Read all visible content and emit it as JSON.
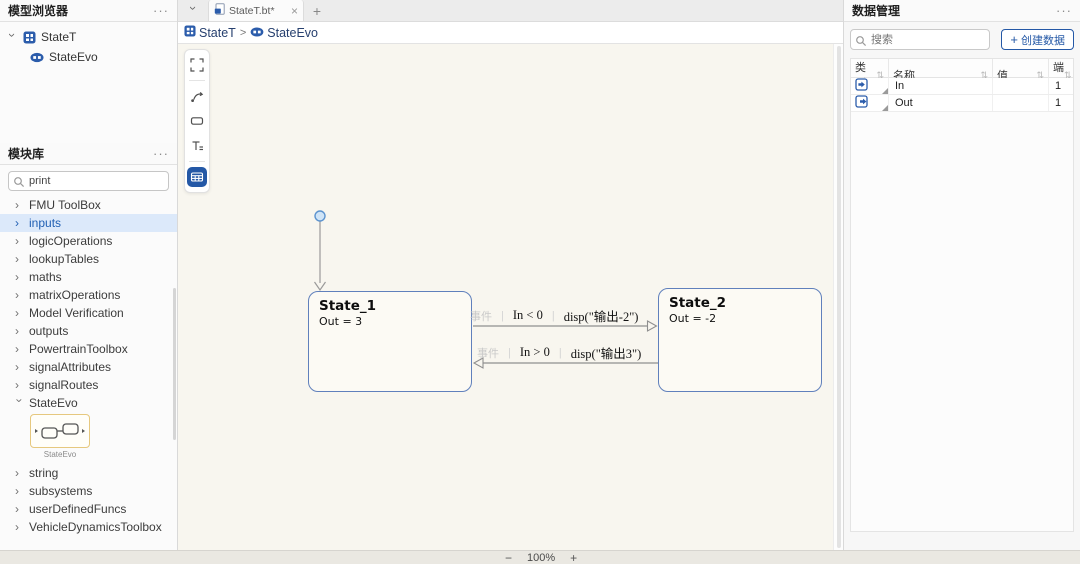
{
  "icons": {
    "menu_dots": "···",
    "chevron": "›",
    "sort": "⇅",
    "separator": "|",
    "breadcrumb_sep": ">",
    "close": "×",
    "plus": "+"
  },
  "model_browser": {
    "title": "模型浏览器",
    "tree": [
      {
        "label": "StateT"
      },
      {
        "label": "StateEvo"
      }
    ]
  },
  "library": {
    "title": "模块库",
    "search_value": "print",
    "items": [
      {
        "label": "FMU ToolBox"
      },
      {
        "label": "inputs"
      },
      {
        "label": "logicOperations"
      },
      {
        "label": "lookupTables"
      },
      {
        "label": "maths"
      },
      {
        "label": "matrixOperations"
      },
      {
        "label": "Model Verification"
      },
      {
        "label": "outputs"
      },
      {
        "label": "PowertrainToolbox"
      },
      {
        "label": "signalAttributes"
      },
      {
        "label": "signalRoutes"
      },
      {
        "label": "StateEvo"
      },
      {
        "label": "string"
      },
      {
        "label": "subsystems"
      },
      {
        "label": "userDefinedFuncs"
      },
      {
        "label": "VehicleDynamicsToolbox"
      }
    ],
    "thumbnail_label": "StateEvo"
  },
  "editor": {
    "tab_title": "StateT.bt*",
    "breadcrumb": [
      {
        "label": "StateT"
      },
      {
        "label": "StateEvo"
      }
    ],
    "zoom_minus": "−",
    "zoom_level": "100%",
    "zoom_plus": "+"
  },
  "diagram": {
    "states": [
      {
        "name": "State_1",
        "body": "Out = 3"
      },
      {
        "name": "State_2",
        "body": "Out = -2"
      }
    ],
    "transitions": [
      {
        "event": "事件",
        "condition": "In < 0",
        "action": "disp(\"输出-2\")"
      },
      {
        "event": "事件",
        "condition": "In > 0",
        "action": "disp(\"输出3\")"
      }
    ]
  },
  "data_panel": {
    "title": "数据管理",
    "search_placeholder": "搜索",
    "create_label": "创建数据",
    "table": {
      "headers": [
        {
          "label": "类型"
        },
        {
          "label": "名称"
        },
        {
          "label": "值"
        },
        {
          "label": "端口"
        }
      ],
      "rows": [
        {
          "type": "input",
          "name": "In",
          "value": "",
          "port": "1"
        },
        {
          "type": "output",
          "name": "Out",
          "value": "",
          "port": "1"
        }
      ]
    }
  },
  "colors": {
    "accent_blue": "#2b5cab",
    "selection_bg": "#dce9fa",
    "canvas_bg": "#f8f6ef",
    "state_border": "#6080bc"
  }
}
